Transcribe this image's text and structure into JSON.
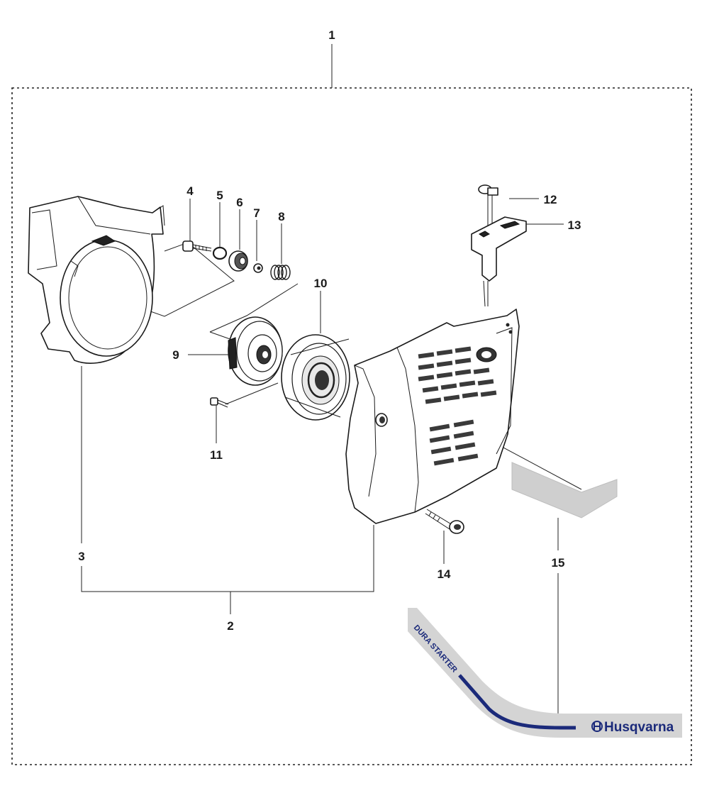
{
  "callouts": [
    {
      "id": "1",
      "label": "1"
    },
    {
      "id": "2",
      "label": "2"
    },
    {
      "id": "3",
      "label": "3"
    },
    {
      "id": "4",
      "label": "4"
    },
    {
      "id": "5",
      "label": "5"
    },
    {
      "id": "6",
      "label": "6"
    },
    {
      "id": "7",
      "label": "7"
    },
    {
      "id": "8",
      "label": "8"
    },
    {
      "id": "9",
      "label": "9"
    },
    {
      "id": "10",
      "label": "10"
    },
    {
      "id": "11",
      "label": "11"
    },
    {
      "id": "12",
      "label": "12"
    },
    {
      "id": "13",
      "label": "13"
    },
    {
      "id": "14",
      "label": "14"
    },
    {
      "id": "15",
      "label": "15"
    }
  ],
  "decal": {
    "slogan": "DURA STARTER",
    "brand": "Husqvarna",
    "brand_color": "#1b2a7a",
    "stripe_color": "#d4d4d4"
  }
}
